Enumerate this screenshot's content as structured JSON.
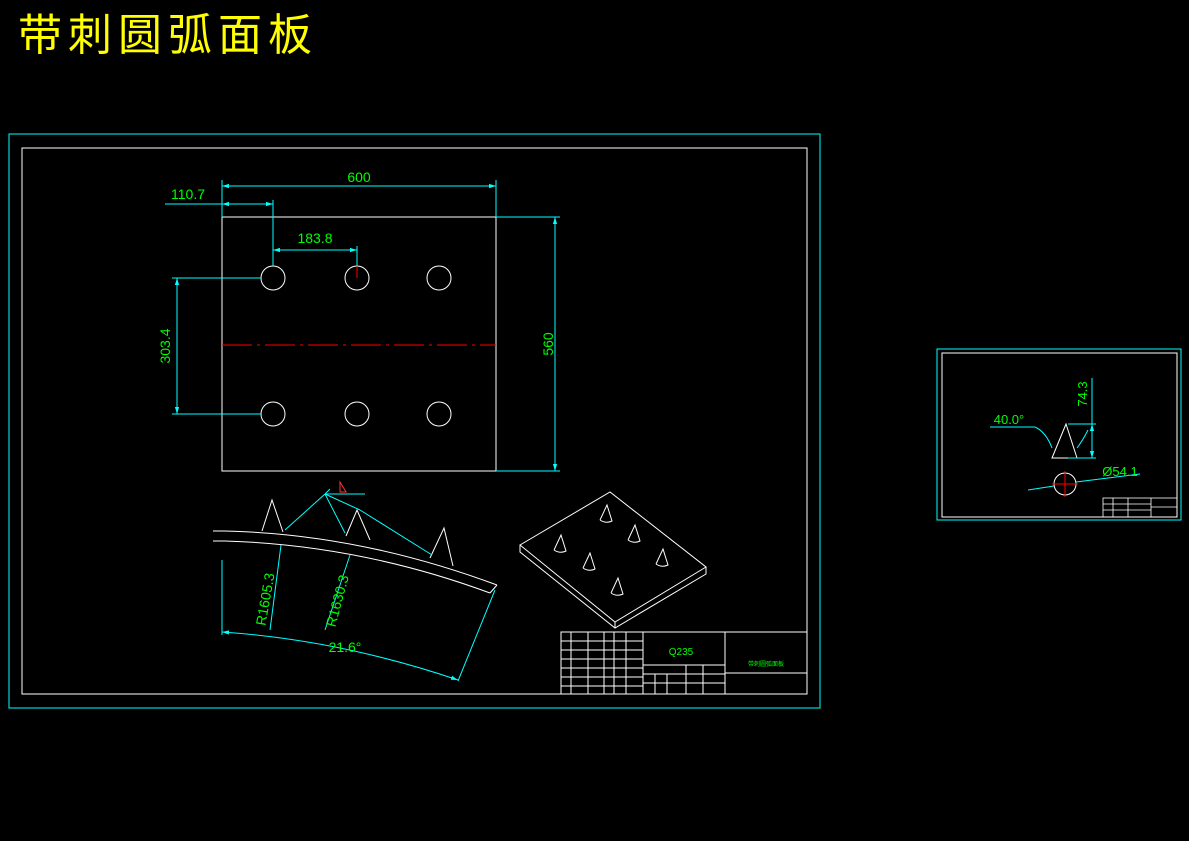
{
  "title": "带刺圆弧面板",
  "main_drawing": {
    "dims": {
      "width": "600",
      "hole_offset": "110.7",
      "hole_spacing": "183.8",
      "row_spacing": "303.4",
      "height": "560",
      "radius_inner": "R1605.3",
      "radius_outer": "R1630.3",
      "arc_angle": "21.6°"
    },
    "title_block": {
      "material": "Q235",
      "part_name": "带刺圆弧面板"
    }
  },
  "detail_drawing": {
    "dims": {
      "cone_angle": "40.0°",
      "cone_height": "74.3",
      "base_diameter": "Ø54.1"
    }
  },
  "colors": {
    "title": "#ffff00",
    "frame": "#00ffff",
    "lines": "#ffffff",
    "dimension_text": "#00ff00",
    "centerline": "#ff0000",
    "background": "#000000"
  }
}
